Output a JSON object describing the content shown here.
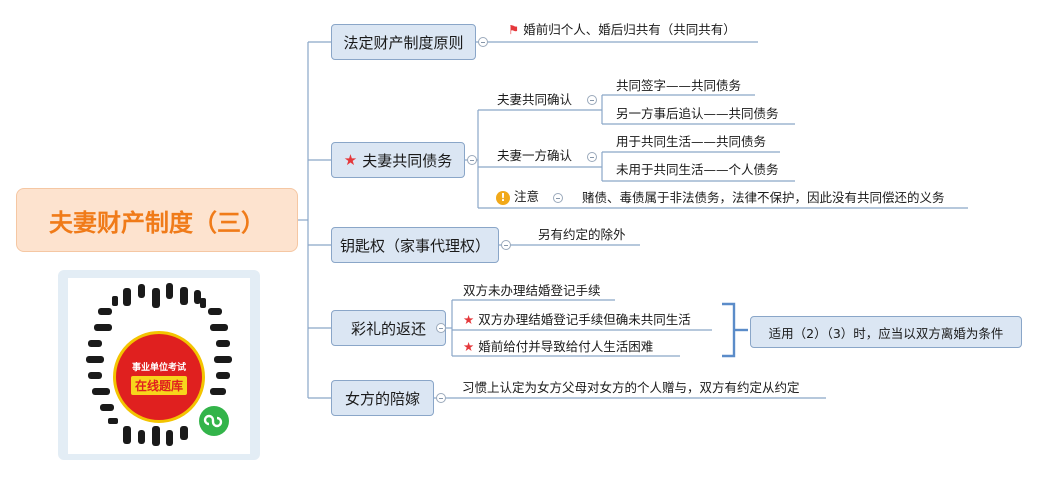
{
  "root": {
    "label": "夫妻财产制度（三）"
  },
  "branches": {
    "principle": {
      "label": "法定财产制度原则",
      "child": "婚前归个人、婚后归共有（共同共有）"
    },
    "debt": {
      "label": "夫妻共同债务",
      "joint_confirm": {
        "label": "夫妻共同确认",
        "items": [
          "共同签字——共同债务",
          "另一方事后追认——共同债务"
        ]
      },
      "single_confirm": {
        "label": "夫妻一方确认",
        "items": [
          "用于共同生活——共同债务",
          "未用于共同生活——个人债务"
        ]
      },
      "note": {
        "label": "注意",
        "text": "赌债、毒债属于非法债务，法律不保护，因此没有共同偿还的义务"
      }
    },
    "key": {
      "label": "钥匙权（家事代理权）",
      "child": "另有约定的除外"
    },
    "gift": {
      "label": "彩礼的返还",
      "items": [
        "双方未办理结婚登记手续",
        "双方办理结婚登记手续但确未共同生活",
        "婚前给付并导致给付人生活困难"
      ],
      "condition": "适用（2）（3）时，应当以双方离婚为条件"
    },
    "dowry": {
      "label": "女方的陪嫁",
      "child": "习惯上认定为女方父母对女方的个人赠与，双方有约定从约定"
    }
  },
  "qr": {
    "top": "事业单位考试",
    "badge": "在线题库"
  },
  "colors": {
    "accent": "#f07b19",
    "node": "#dbe6f3",
    "line": "#8aa6c8",
    "star": "#e5383b"
  }
}
